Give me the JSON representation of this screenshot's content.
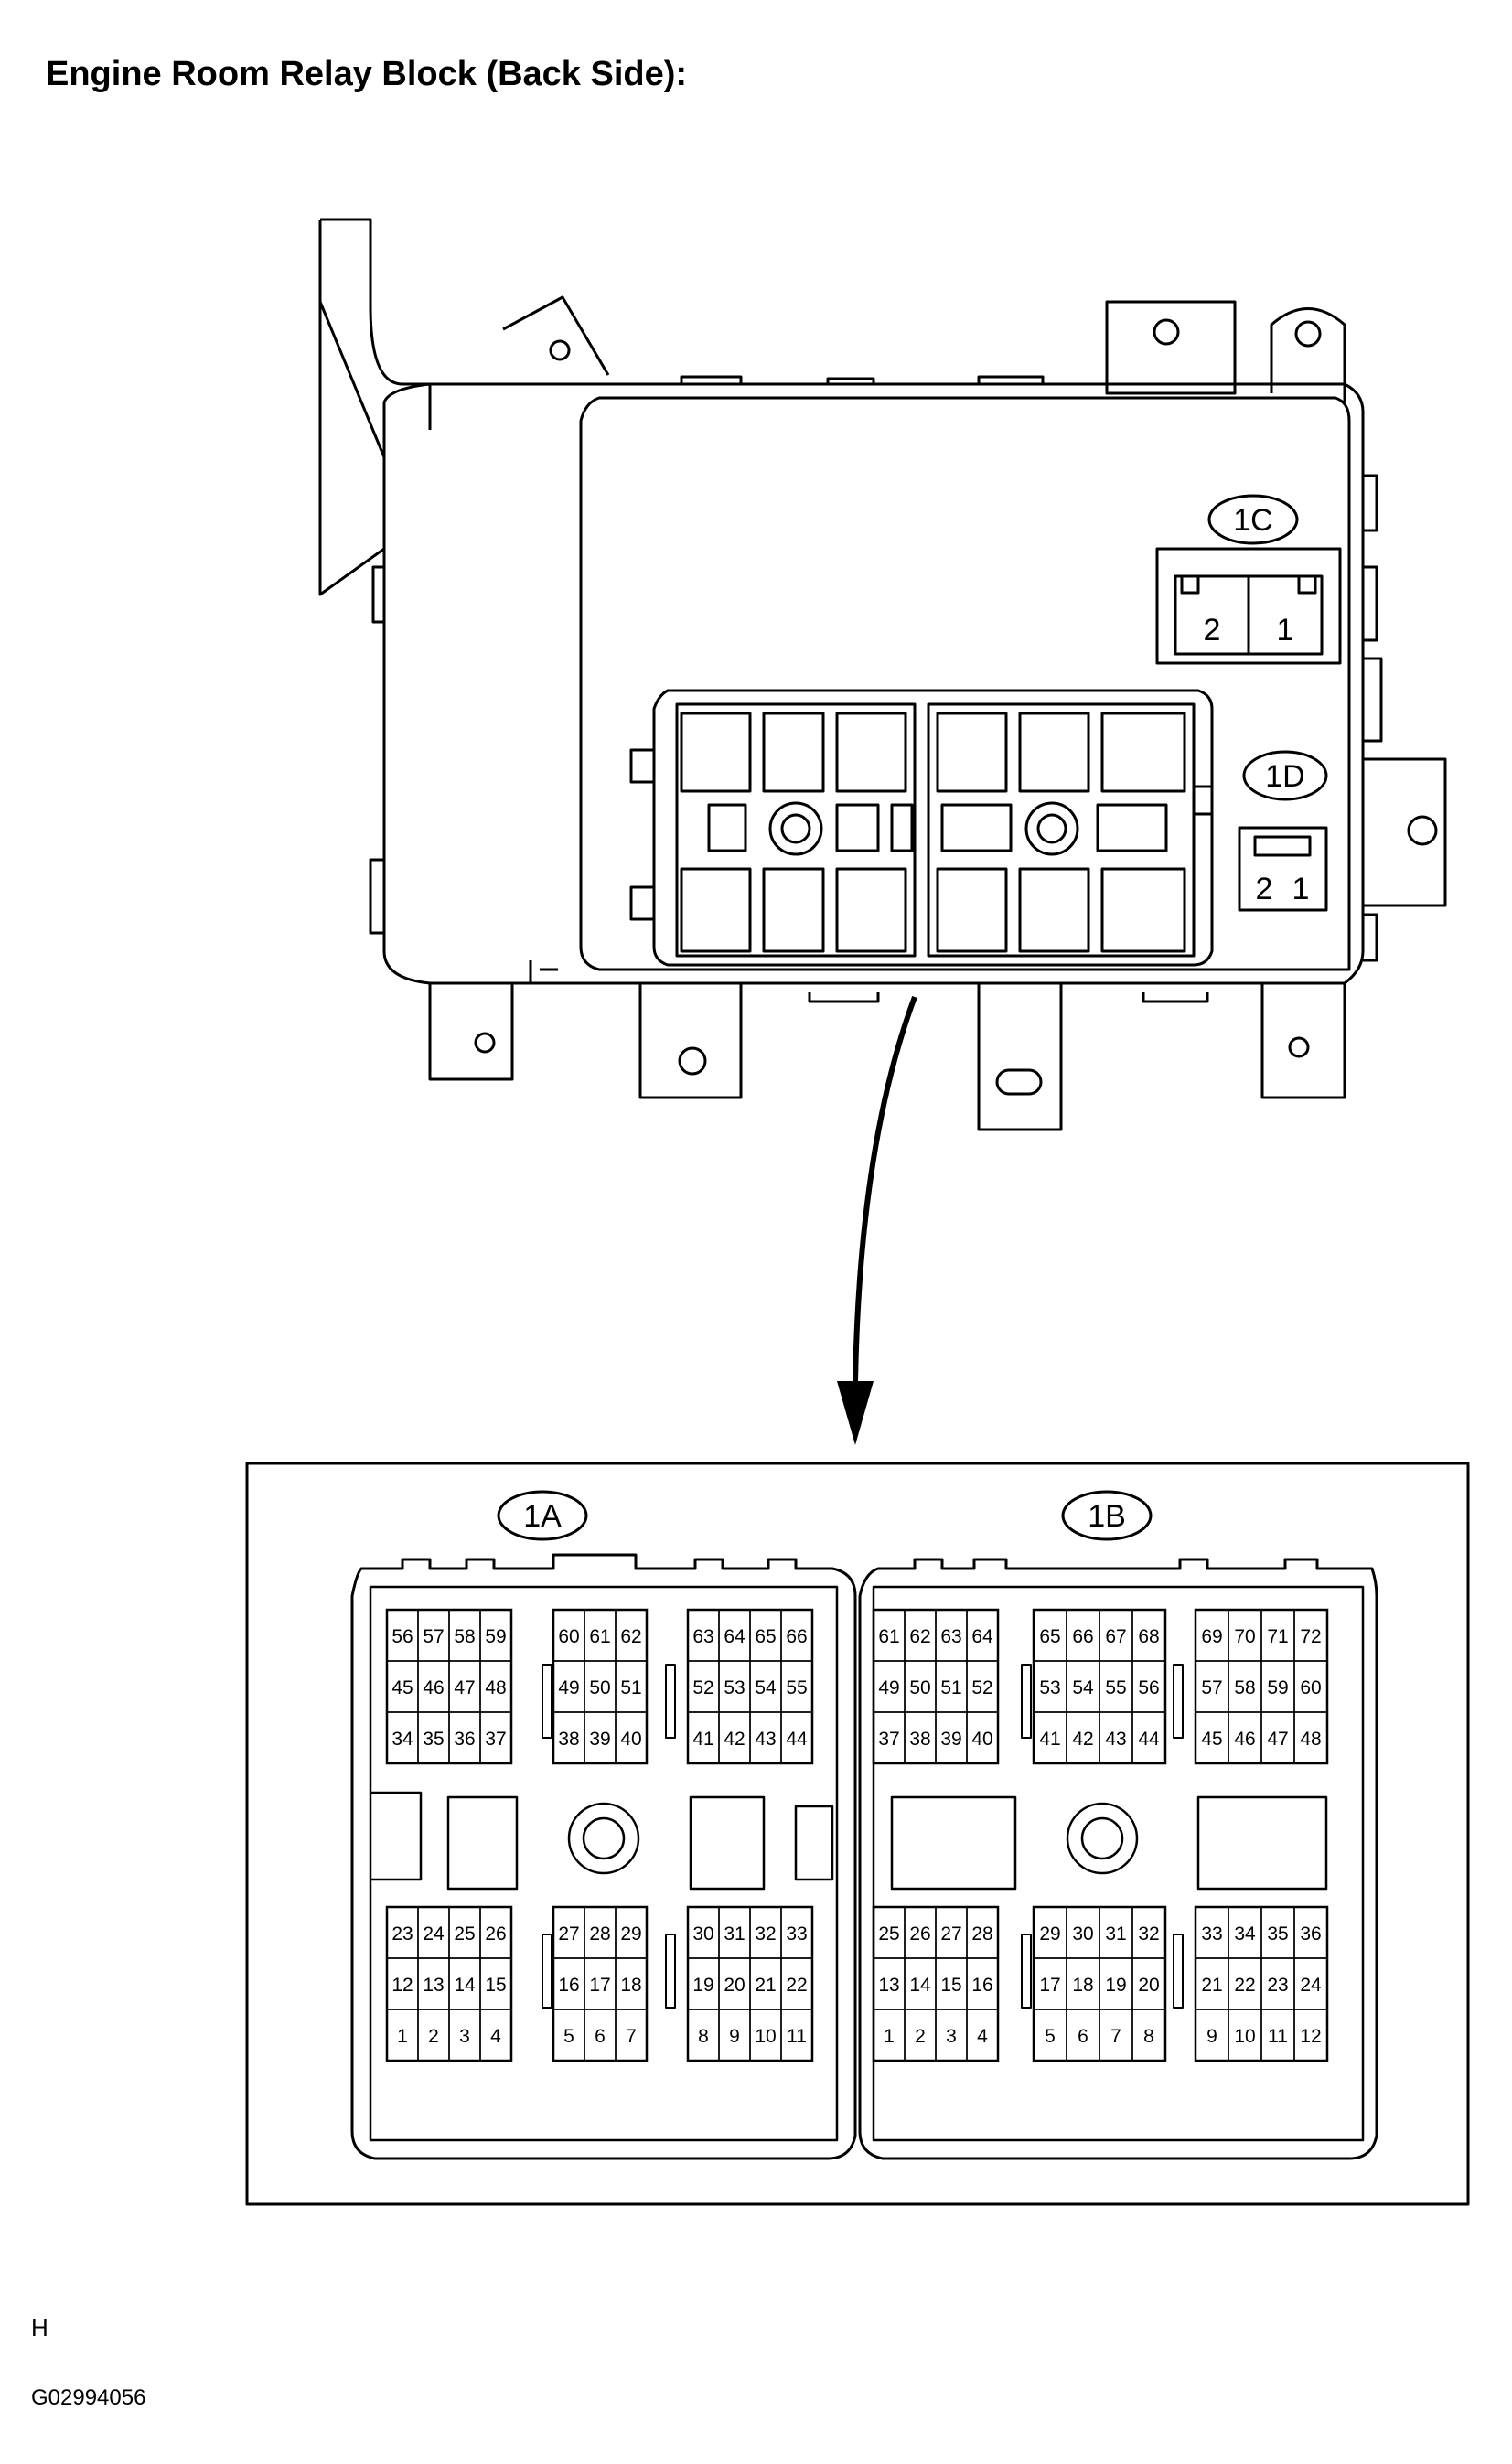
{
  "title": "Engine Room Relay Block (Back Side):",
  "connectors": {
    "c1C": {
      "label": "1C",
      "pins": [
        "2",
        "1"
      ]
    },
    "c1D": {
      "label": "1D",
      "pins": [
        "2",
        "1"
      ]
    },
    "c1A": {
      "label": "1A"
    },
    "c1B": {
      "label": "1B"
    }
  },
  "arrow_icon": "down-arrow-icon",
  "blocks": [
    {
      "name": "1a-top-left",
      "rows": [
        [
          "56",
          "57",
          "58",
          "59"
        ],
        [
          "45",
          "46",
          "47",
          "48"
        ],
        [
          "34",
          "35",
          "36",
          "37"
        ]
      ]
    },
    {
      "name": "1a-top-mid",
      "rows": [
        [
          "60",
          "61",
          "62"
        ],
        [
          "49",
          "50",
          "51"
        ],
        [
          "38",
          "39",
          "40"
        ]
      ]
    },
    {
      "name": "1a-top-right",
      "rows": [
        [
          "63",
          "64",
          "65",
          "66"
        ],
        [
          "52",
          "53",
          "54",
          "55"
        ],
        [
          "41",
          "42",
          "43",
          "44"
        ]
      ]
    },
    {
      "name": "1b-top-left",
      "rows": [
        [
          "61",
          "62",
          "63",
          "64"
        ],
        [
          "49",
          "50",
          "51",
          "52"
        ],
        [
          "37",
          "38",
          "39",
          "40"
        ]
      ]
    },
    {
      "name": "1b-top-mid",
      "rows": [
        [
          "65",
          "66",
          "67",
          "68"
        ],
        [
          "53",
          "54",
          "55",
          "56"
        ],
        [
          "41",
          "42",
          "43",
          "44"
        ]
      ]
    },
    {
      "name": "1b-top-right",
      "rows": [
        [
          "69",
          "70",
          "71",
          "72"
        ],
        [
          "57",
          "58",
          "59",
          "60"
        ],
        [
          "45",
          "46",
          "47",
          "48"
        ]
      ]
    },
    {
      "name": "1a-bottom-left",
      "rows": [
        [
          "23",
          "24",
          "25",
          "26"
        ],
        [
          "12",
          "13",
          "14",
          "15"
        ],
        [
          "1",
          "2",
          "3",
          "4"
        ]
      ]
    },
    {
      "name": "1a-bottom-mid",
      "rows": [
        [
          "27",
          "28",
          "29"
        ],
        [
          "16",
          "17",
          "18"
        ],
        [
          "5",
          "6",
          "7"
        ]
      ]
    },
    {
      "name": "1a-bottom-right",
      "rows": [
        [
          "30",
          "31",
          "32",
          "33"
        ],
        [
          "19",
          "20",
          "21",
          "22"
        ],
        [
          "8",
          "9",
          "10",
          "11"
        ]
      ]
    },
    {
      "name": "1b-bottom-left",
      "rows": [
        [
          "25",
          "26",
          "27",
          "28"
        ],
        [
          "13",
          "14",
          "15",
          "16"
        ],
        [
          "1",
          "2",
          "3",
          "4"
        ]
      ]
    },
    {
      "name": "1b-bottom-mid",
      "rows": [
        [
          "29",
          "30",
          "31",
          "32"
        ],
        [
          "17",
          "18",
          "19",
          "20"
        ],
        [
          "5",
          "6",
          "7",
          "8"
        ]
      ]
    },
    {
      "name": "1b-bottom-right",
      "rows": [
        [
          "33",
          "34",
          "35",
          "36"
        ],
        [
          "21",
          "22",
          "23",
          "24"
        ],
        [
          "9",
          "10",
          "11",
          "12"
        ]
      ]
    }
  ],
  "footer": {
    "code_h": "H",
    "code_g": "G02994056"
  }
}
